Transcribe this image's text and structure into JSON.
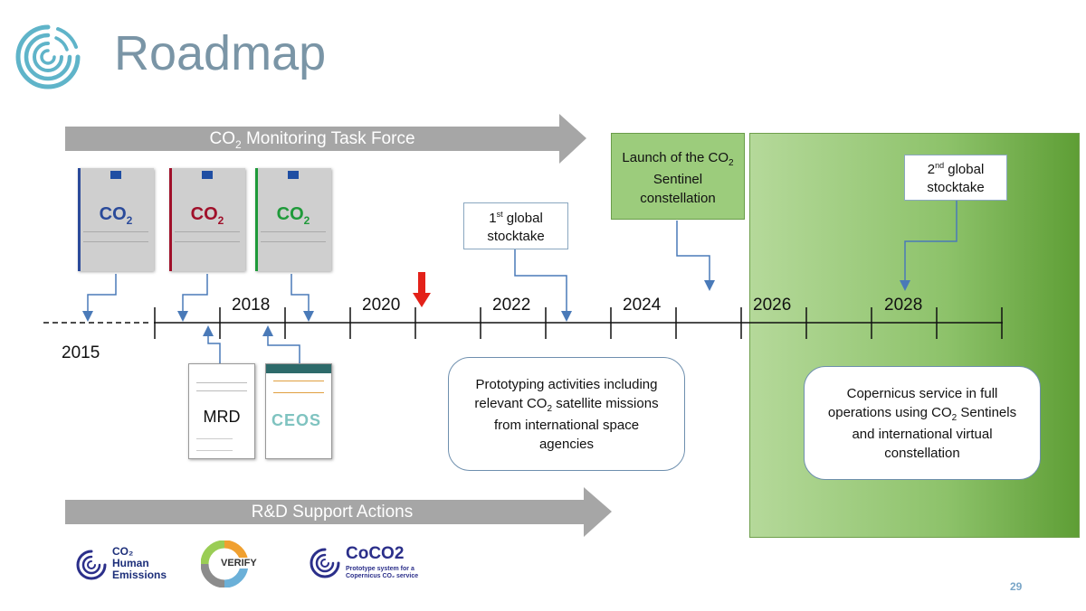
{
  "slide": {
    "title": "Roadmap",
    "page_number": "29"
  },
  "arrows": {
    "top": {
      "text_pre": "CO",
      "text_sub": "2",
      "text_post": " Monitoring Task Force"
    },
    "bottom": {
      "text": "R&D Support Actions"
    }
  },
  "timeline": {
    "start_year": "2015",
    "years": [
      "2018",
      "2020",
      "2022",
      "2024",
      "2026",
      "2028"
    ]
  },
  "callouts": {
    "first_stocktake": {
      "sup": "st",
      "num": "1",
      "line1": " global",
      "line2": "stocktake"
    },
    "launch": {
      "line1_pre": "Launch of the CO",
      "line1_sub": "2",
      "line2": "Sentinel",
      "line3": "constellation"
    },
    "second_stocktake": {
      "sup": "nd",
      "num": "2",
      "line1": " global",
      "line2": "stocktake"
    },
    "prototyping": {
      "l1": "Prototyping activities including",
      "l2_pre": "relevant CO",
      "l2_sub": "2",
      "l2_post": " satellite missions",
      "l3": "from international space",
      "l4": "agencies"
    },
    "copernicus": {
      "l1": "Copernicus service in full",
      "l2_pre": "operations using CO",
      "l2_sub": "2",
      "l2_post": " Sentinels",
      "l3": "and international virtual",
      "l4": "constellation"
    }
  },
  "documents": {
    "covers": [
      {
        "co2": "CO",
        "sub": "2",
        "color": "#2a4a9a"
      },
      {
        "co2": "CO",
        "sub": "2",
        "color": "#a0102a"
      },
      {
        "co2": "CO",
        "sub": "2",
        "color": "#1f9a3a"
      }
    ],
    "mrd": "MRD",
    "ceos": "CEOS"
  },
  "partners": {
    "che": {
      "l1": "CO₂",
      "l2": "Human",
      "l3": "Emissions"
    },
    "verify": "VERIFY",
    "coco2": {
      "name": "CoCO2",
      "sub1": "Prototype system for a",
      "sub2": "Copernicus CO₂ service"
    }
  },
  "colors": {
    "title": "#7a95a6",
    "arrow_gray": "#a6a6a6",
    "green_panel": "#8dc26a",
    "connector_blue": "#4a7ab8",
    "red_marker": "#e32119"
  }
}
